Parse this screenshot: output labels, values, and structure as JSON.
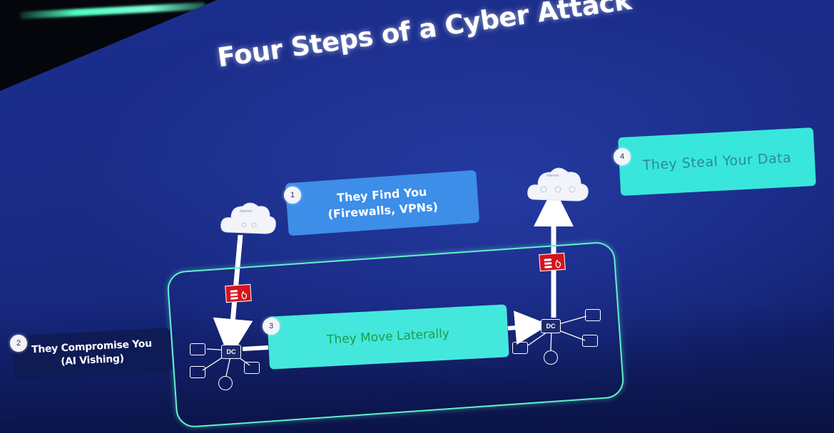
{
  "slide": {
    "title": "Four Steps of a Cyber Attack"
  },
  "steps": [
    {
      "number": "1",
      "text": "They Find You\n(Firewalls, VPNs)"
    },
    {
      "number": "2",
      "text": "They Compromise You\n(AI Vishing)"
    },
    {
      "number": "3",
      "text": "They Move Laterally"
    },
    {
      "number": "4",
      "text": "They Steal Your Data"
    }
  ],
  "diagram": {
    "cloud_label": "Internet",
    "dc_label": "DC"
  },
  "colors": {
    "slide_background": "#1a2c86",
    "step1_box": "#3d8ee8",
    "step2_box": "#0e1b55",
    "step3_box": "#44e7dc",
    "step4_box": "#38e6dc",
    "network_outline": "#62f1c9",
    "firewall": "#d4141f",
    "accent_light": "#4dffc0"
  }
}
